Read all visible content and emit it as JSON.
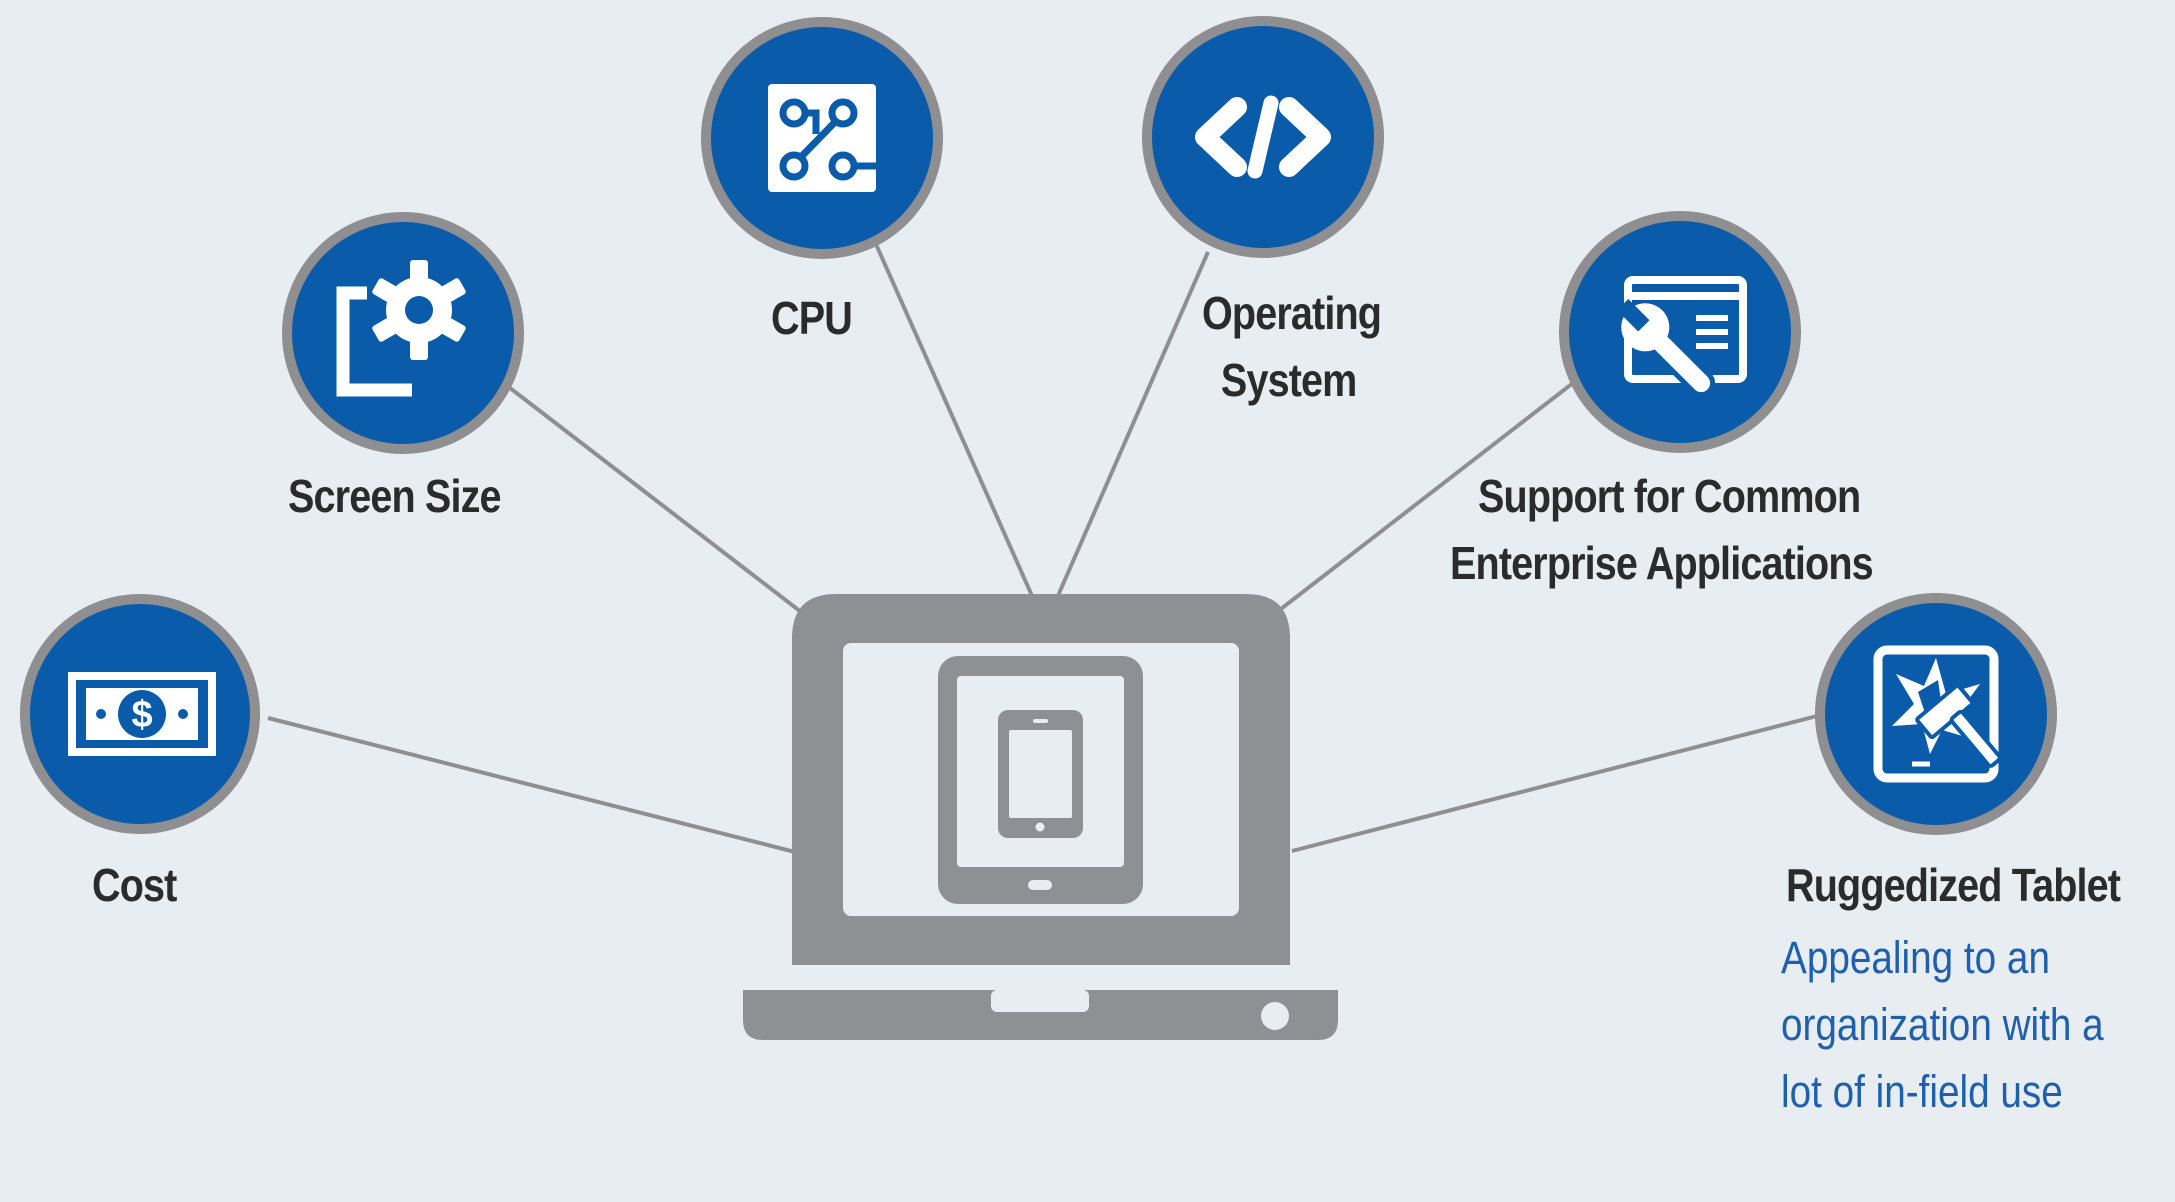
{
  "colors": {
    "background": "#e8edf2",
    "circle_fill": "#0a5cab",
    "circle_ring": "#8f8f92",
    "connector": "#8f8f92",
    "device_gray": "#8f9094",
    "label_text": "#2b2b2b",
    "description_text": "#1e5fae"
  },
  "center": {
    "icon": "laptop-with-tablet-and-phone-icon"
  },
  "nodes": [
    {
      "id": "cost",
      "icon": "dollar-bill-icon",
      "label_lines": [
        "Cost"
      ]
    },
    {
      "id": "screen-size",
      "icon": "screen-resize-gear-icon",
      "label_lines": [
        "Screen Size"
      ]
    },
    {
      "id": "cpu",
      "icon": "cpu-circuit-icon",
      "label_lines": [
        "CPU"
      ]
    },
    {
      "id": "operating-system",
      "icon": "code-brackets-icon",
      "label_lines": [
        "Operating",
        "System"
      ]
    },
    {
      "id": "enterprise-apps",
      "icon": "app-window-wrench-icon",
      "label_lines": [
        "Support for Common",
        "Enterprise Applications"
      ]
    },
    {
      "id": "ruggedized-tablet",
      "icon": "tablet-hammer-icon",
      "label_lines": [
        "Ruggedized Tablet"
      ],
      "description_lines": [
        "Appealing to an",
        "organization with a",
        "lot of in-field use"
      ]
    }
  ]
}
